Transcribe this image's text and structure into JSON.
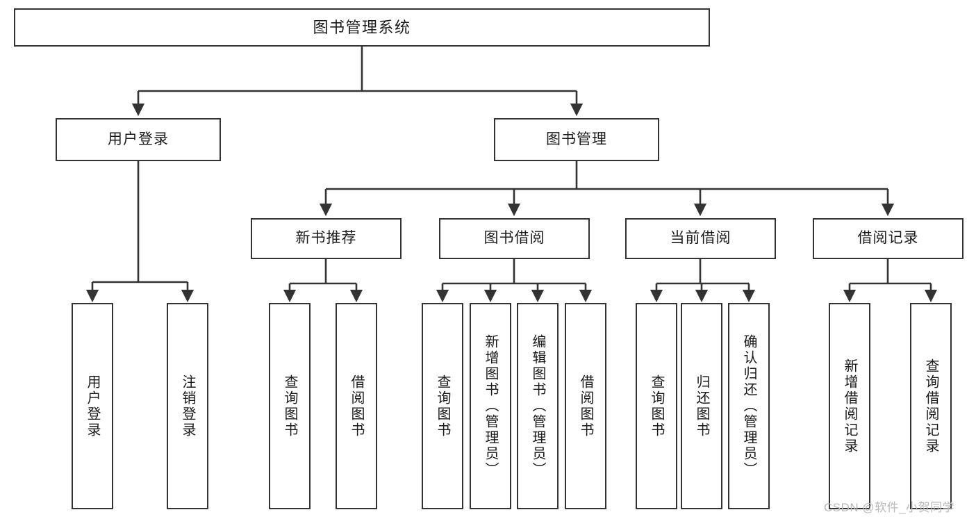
{
  "diagram": {
    "title": "图书管理系统",
    "type": "tree-hierarchy",
    "watermark": "CSDN @软件_小贺同学",
    "colors": {
      "box_border": "#333333",
      "box_fill": "#ffffff",
      "edge": "#333333",
      "text": "#1a1a1a",
      "watermark": "#b9b9b9",
      "background": "#ffffff"
    },
    "levels": {
      "root": {
        "label": "图书管理系统"
      },
      "level2": [
        {
          "id": "user-login",
          "label": "用户登录"
        },
        {
          "id": "book-manage",
          "label": "图书管理"
        }
      ],
      "level3": [
        {
          "id": "new-book-recommend",
          "label": "新书推荐",
          "parent": "book-manage"
        },
        {
          "id": "book-borrow",
          "label": "图书借阅",
          "parent": "book-manage"
        },
        {
          "id": "current-borrow",
          "label": "当前借阅",
          "parent": "book-manage"
        },
        {
          "id": "borrow-record",
          "label": "借阅记录",
          "parent": "book-manage"
        }
      ],
      "leaves": [
        {
          "id": "leaf-user-login",
          "label": "用户登录",
          "parent": "user-login"
        },
        {
          "id": "leaf-logout",
          "label": "注销登录",
          "parent": "user-login"
        },
        {
          "id": "leaf-query-book-1",
          "label": "查询图书",
          "parent": "new-book-recommend"
        },
        {
          "id": "leaf-borrow-book-1",
          "label": "借阅图书",
          "parent": "new-book-recommend"
        },
        {
          "id": "leaf-query-book-2",
          "label": "查询图书",
          "parent": "book-borrow"
        },
        {
          "id": "leaf-add-book",
          "label": "新增图书（管理员）",
          "parent": "book-borrow"
        },
        {
          "id": "leaf-edit-book",
          "label": "编辑图书（管理员）",
          "parent": "book-borrow"
        },
        {
          "id": "leaf-borrow-book-2",
          "label": "借阅图书",
          "parent": "book-borrow"
        },
        {
          "id": "leaf-query-book-3",
          "label": "查询图书",
          "parent": "current-borrow"
        },
        {
          "id": "leaf-return-book",
          "label": "归还图书",
          "parent": "current-borrow"
        },
        {
          "id": "leaf-confirm-return",
          "label": "确认归还（管理员）",
          "parent": "current-borrow"
        },
        {
          "id": "leaf-add-record",
          "label": "新增借阅记录",
          "parent": "borrow-record"
        },
        {
          "id": "leaf-query-record",
          "label": "查询借阅记录",
          "parent": "borrow-record"
        }
      ]
    }
  }
}
